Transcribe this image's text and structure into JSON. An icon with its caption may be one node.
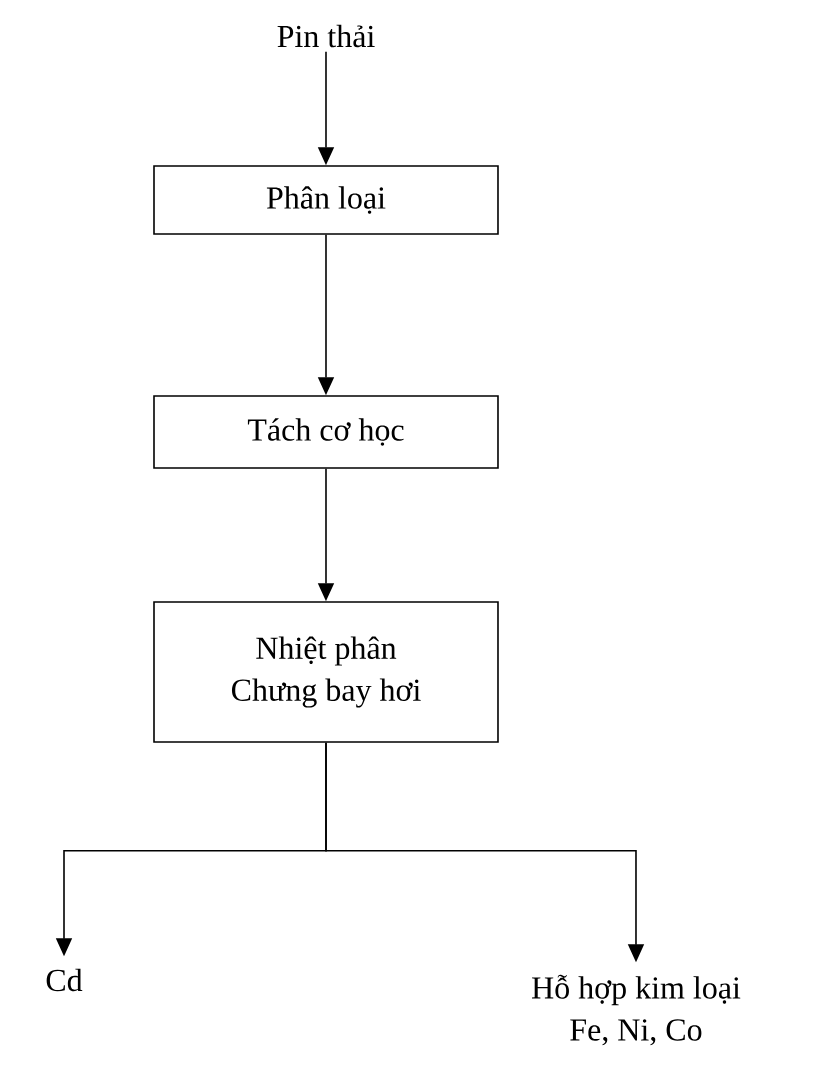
{
  "diagram": {
    "nodes": [
      {
        "text": [
          "Pin thải"
        ]
      },
      {
        "text": [
          "Phân loại"
        ]
      },
      {
        "text": [
          "Tách cơ học"
        ]
      },
      {
        "text": [
          "Nhiệt phân",
          "Chưng bay hơi"
        ]
      },
      {
        "text": [
          "Cd"
        ]
      },
      {
        "text": [
          "Hỗ hợp kim loại",
          "Fe, Ni, Co"
        ]
      }
    ],
    "edges": [
      {
        "from": 0,
        "to": 1,
        "arrow": "to"
      },
      {
        "from": 1,
        "to": 2,
        "arrow": "to"
      },
      {
        "from": 2,
        "to": 3,
        "arrow": "to"
      },
      {
        "from": 3,
        "to": 4,
        "arrow": "to"
      },
      {
        "from": 3,
        "to": 5,
        "arrow": "to"
      }
    ]
  }
}
